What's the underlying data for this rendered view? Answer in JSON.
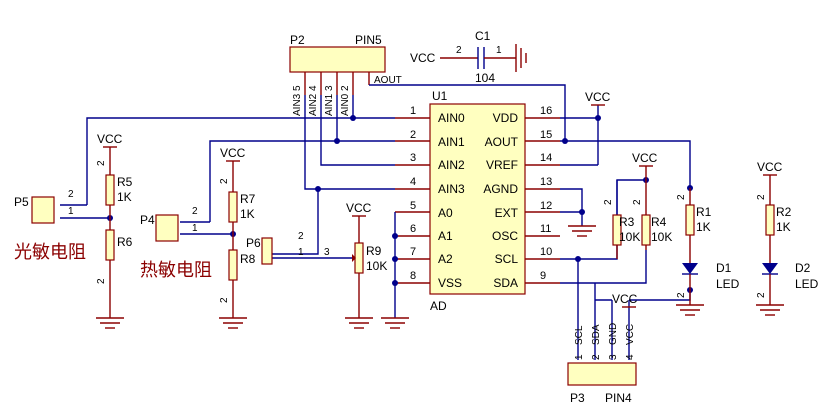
{
  "ic": {
    "ref": "U1",
    "part": "AD",
    "left_pins": [
      {
        "num": "1",
        "name": "AIN0"
      },
      {
        "num": "2",
        "name": "AIN1"
      },
      {
        "num": "3",
        "name": "AIN2"
      },
      {
        "num": "4",
        "name": "AIN3"
      },
      {
        "num": "5",
        "name": "A0"
      },
      {
        "num": "6",
        "name": "A1"
      },
      {
        "num": "7",
        "name": "A2"
      },
      {
        "num": "8",
        "name": "VSS"
      }
    ],
    "right_pins": [
      {
        "num": "16",
        "name": "VDD"
      },
      {
        "num": "15",
        "name": "AOUT"
      },
      {
        "num": "14",
        "name": "VREF"
      },
      {
        "num": "13",
        "name": "AGND"
      },
      {
        "num": "12",
        "name": "EXT"
      },
      {
        "num": "11",
        "name": "OSC"
      },
      {
        "num": "10",
        "name": "SCL"
      },
      {
        "num": "9",
        "name": "SDA"
      }
    ]
  },
  "p2": {
    "ref": "P2",
    "name": "PIN5",
    "aout_label": "AOUT",
    "pins": [
      "AIN3 5",
      "AIN2 4",
      "AIN1 3",
      "AIN0 2"
    ]
  },
  "c1": {
    "ref": "C1",
    "value": "104",
    "vcc": "VCC",
    "pin_a": "2",
    "pin_b": "1"
  },
  "vcc": "VCC",
  "p5": {
    "ref": "P5",
    "pin1": "1",
    "pin2": "2",
    "label": "光敏电阻"
  },
  "p4": {
    "ref": "P4",
    "pin1": "1",
    "pin2": "2",
    "label": "热敏电阻"
  },
  "p6": {
    "ref": "P6",
    "pin1": "1",
    "pin2": "2",
    "pin3": "3"
  },
  "r5": {
    "ref": "R5",
    "value": "1K"
  },
  "r6": {
    "ref": "R6"
  },
  "r7": {
    "ref": "R7",
    "value": "1K"
  },
  "r8": {
    "ref": "R8"
  },
  "r9": {
    "ref": "R9",
    "value": "10K"
  },
  "r3": {
    "ref": "R3",
    "value": "10K"
  },
  "r4": {
    "ref": "R4",
    "value": "10K"
  },
  "r1": {
    "ref": "R1",
    "value": "1K"
  },
  "r2": {
    "ref": "R2",
    "value": "1K"
  },
  "d1": {
    "ref": "D1",
    "value": "LED"
  },
  "d2": {
    "ref": "D2",
    "value": "LED"
  },
  "p3": {
    "ref": "P3",
    "name": "PIN4",
    "pins": [
      "SCL",
      "SDA",
      "GND",
      "VCC"
    ],
    "nums": [
      "1",
      "2",
      "3",
      "4"
    ]
  },
  "pin_nums": {
    "top": "2",
    "bottom": "1"
  }
}
